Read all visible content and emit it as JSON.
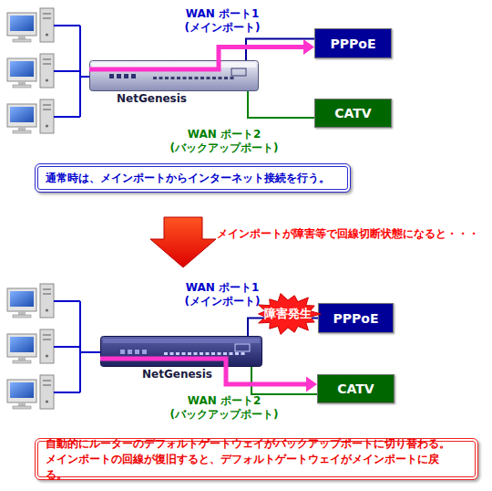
{
  "diagram": {
    "nodes": [
      {
        "text": [
          "PPPoE"
        ]
      },
      {
        "text": [
          "NetGenesis"
        ]
      },
      {
        "text": [
          "CATV"
        ]
      },
      {
        "text": [
          "通常時は、メインポートからインターネット接続を行う。"
        ]
      },
      {
        "text": [
          "障害発生"
        ]
      },
      {
        "text": [
          "PPPoE"
        ]
      },
      {
        "text": [
          "NetGenesis"
        ]
      },
      {
        "text": [
          "CATV"
        ]
      },
      {
        "text": [
          "自動的にルーターのデフォルトゲートウェイがバックアップポートに切り替わる。 メインポートの回線が復旧すると、デフォルトゲートウェイがメインポートに戻る。"
        ]
      }
    ],
    "edges": [
      {
        "from": 1,
        "to": 0,
        "arrow": "none"
      },
      {
        "from": 1,
        "to": 2,
        "arrow": "none"
      },
      {
        "from": 1,
        "to": 0,
        "arrow": "to"
      },
      {
        "from": 6,
        "to": 5,
        "arrow": "none"
      },
      {
        "from": 6,
        "to": 7,
        "arrow": "none"
      },
      {
        "from": 6,
        "to": 7,
        "arrow": "to"
      }
    ],
    "labels": [
      "WAN ポート1 (メインポート)",
      "WAN ポート2 (バックアップポート)",
      "メインポートが障害等で回線切断状態になると・・・",
      "WAN ポート1 (メインポート)",
      "WAN ポート2 (バックアップポート)"
    ]
  }
}
